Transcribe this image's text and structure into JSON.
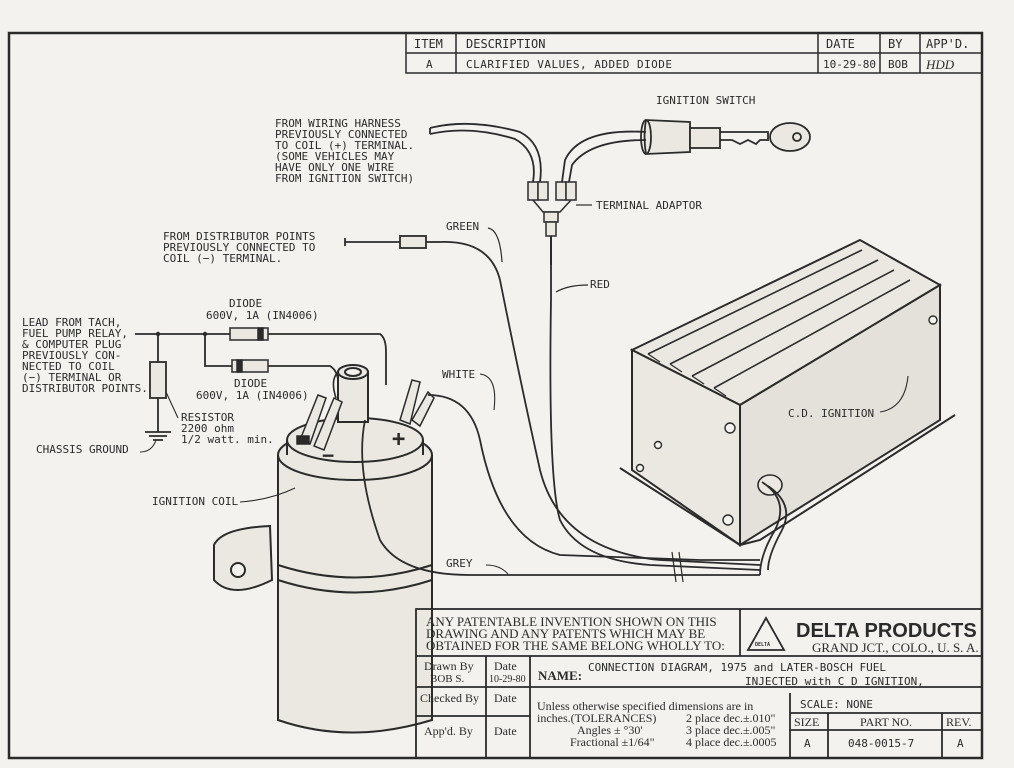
{
  "revision_block": {
    "headers": {
      "item": "ITEM",
      "description": "DESCRIPTION",
      "date": "DATE",
      "by": "BY",
      "appd": "APP'D."
    },
    "row": {
      "item": "A",
      "description": "CLARIFIED VALUES, ADDED DIODE",
      "date": "10-29-80",
      "by": "BOB",
      "appd": "HDD"
    }
  },
  "labels": {
    "ignition_switch": "IGNITION SWITCH",
    "harness_1": "FROM WIRING HARNESS",
    "harness_2": "PREVIOUSLY CONNECTED",
    "harness_3": "TO COIL (+) TERMINAL.",
    "harness_4": "(SOME VEHICLES MAY",
    "harness_5": "HAVE ONLY ONE WIRE",
    "harness_6": "FROM IGNITION SWITCH)",
    "terminal_adaptor": "TERMINAL ADAPTOR",
    "points_1": "FROM DISTRIBUTOR POINTS",
    "points_2": "PREVIOUSLY CONNECTED TO",
    "points_3": "COIL (−) TERMINAL.",
    "green": "GREEN",
    "red": "RED",
    "white": "WHITE",
    "grey": "GREY",
    "diode_top_1": "DIODE",
    "diode_top_2": "600V, 1A (IN4006)",
    "diode_bot_1": "DIODE",
    "diode_bot_2": "600V, 1A (IN4006)",
    "lead_1": "LEAD FROM TACH,",
    "lead_2": "FUEL PUMP RELAY,",
    "lead_3": "& COMPUTER PLUG",
    "lead_4": "PREVIOUSLY CON-",
    "lead_5": "NECTED TO COIL",
    "lead_6": "(−) TERMINAL OR",
    "lead_7": "DISTRIBUTOR POINTS.",
    "resistor_1": "RESISTOR",
    "resistor_2": "2200 ohm",
    "resistor_3": "1/2 watt. min.",
    "chassis_ground": "CHASSIS GROUND",
    "ignition_coil": "IGNITION COIL",
    "cd_ignition": "C.D. IGNITION",
    "coil_minus": "−",
    "coil_plus": "+"
  },
  "title_block": {
    "notice_1": "ANY PATENTABLE INVENTION SHOWN ON THIS",
    "notice_2": "DRAWING AND ANY PATENTS WHICH MAY BE",
    "notice_3": "OBTAINED FOR THE SAME BELONG WHOLLY TO:",
    "logo_text": "DELTA",
    "company": "DELTA PRODUCTS",
    "location": "GRAND JCT., COLO., U. S. A.",
    "drawn_by_label": "Drawn By",
    "drawn_by_value": "BOB S.",
    "date_label": "Date",
    "drawn_date_value": "10-29-80",
    "name_label": "NAME:",
    "name_line_1": "CONNECTION DIAGRAM, 1975 and LATER-BOSCH FUEL",
    "name_line_2": "INJECTED with C D IGNITION,",
    "checked_by_label": "Checked By",
    "checked_date_label": "Date",
    "appd_by_label": "App'd. By",
    "appd_date_label": "Date",
    "tol_1": "Unless otherwise specified dimensions are in",
    "tol_2": "inches.(TOLERANCES)",
    "tol_3": "2 place dec.±.010\"",
    "tol_4": "Angles ± °30'",
    "tol_5": "3 place dec.±.005\"",
    "tol_6": "Fractional ±1/64\"",
    "tol_7": "4 place dec.±.0005",
    "scale": "SCALE: NONE",
    "size_label": "SIZE",
    "part_no_label": "PART NO.",
    "rev_label": "REV.",
    "size_value": "A",
    "part_no_value": "048-0015-7",
    "rev_value": "A"
  },
  "colors": {
    "paper": "#f4f2ee",
    "ink": "#2b2b2b"
  }
}
